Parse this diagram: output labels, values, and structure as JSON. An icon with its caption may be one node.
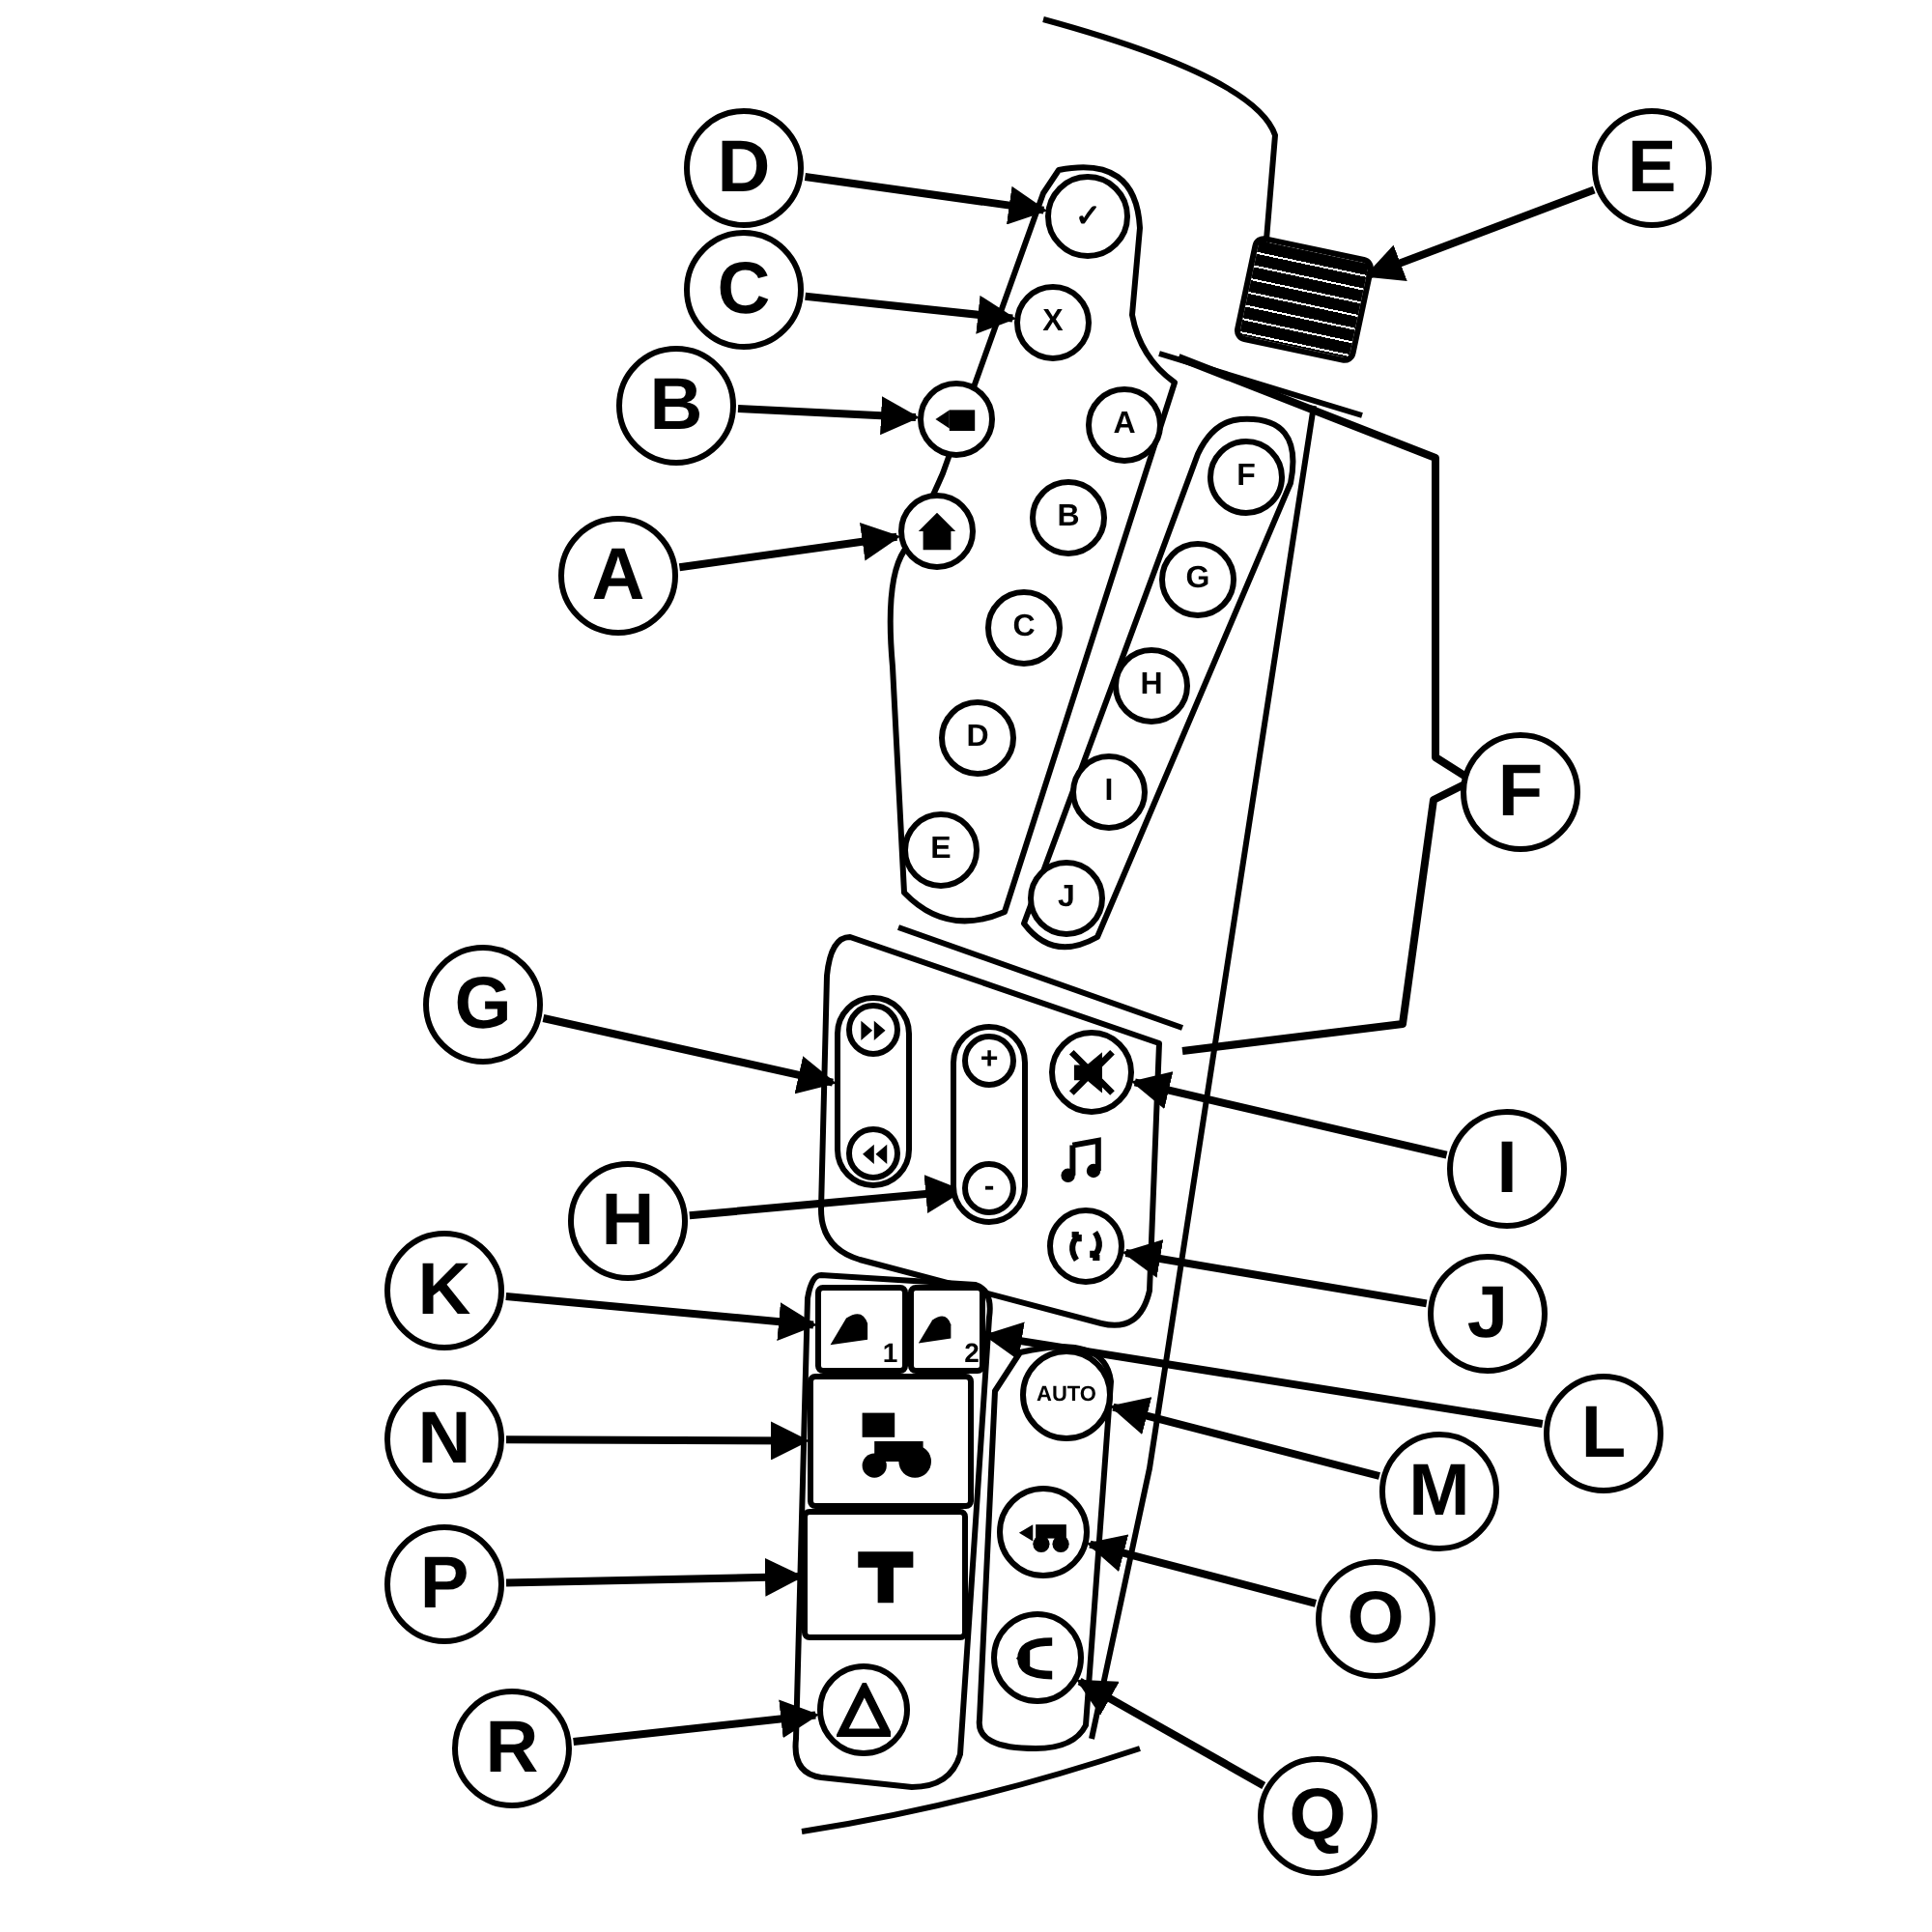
{
  "diagram": {
    "nodes": [
      {
        "text": [
          "D"
        ]
      },
      {
        "text": [
          "E"
        ]
      },
      {
        "text": [
          "C"
        ]
      },
      {
        "text": [
          "B"
        ]
      },
      {
        "text": [
          "A"
        ]
      },
      {
        "text": [
          "F"
        ]
      },
      {
        "text": [
          "G"
        ]
      },
      {
        "text": [
          "I"
        ]
      },
      {
        "text": [
          "H"
        ]
      },
      {
        "text": [
          "K"
        ]
      },
      {
        "text": [
          "J"
        ]
      },
      {
        "text": [
          "L"
        ]
      },
      {
        "text": [
          "N"
        ]
      },
      {
        "text": [
          "M"
        ]
      },
      {
        "text": [
          "P"
        ]
      },
      {
        "text": [
          "O"
        ]
      },
      {
        "text": [
          "R"
        ]
      },
      {
        "text": [
          "Q"
        ]
      },
      {
        "text": [
          "✓"
        ]
      },
      {
        "text": [
          "X"
        ]
      },
      {
        "text": [],
        "shape": "circle"
      },
      {
        "text": [],
        "shape": "circle"
      },
      {
        "text": [],
        "shape": "knob"
      },
      {
        "text": [
          "A"
        ]
      },
      {
        "text": [
          "B"
        ]
      },
      {
        "text": [
          "C"
        ]
      },
      {
        "text": [
          "D"
        ]
      },
      {
        "text": [
          "E"
        ]
      },
      {
        "text": [
          "F"
        ]
      },
      {
        "text": [
          "G"
        ]
      },
      {
        "text": [
          "H"
        ]
      },
      {
        "text": [
          "I"
        ]
      },
      {
        "text": [
          "J"
        ]
      },
      {
        "text": [],
        "shape": "box"
      },
      {
        "text": [],
        "shape": "circle",
        "in": 33
      },
      {
        "text": [],
        "shape": "circle",
        "in": 33
      },
      {
        "text": [],
        "shape": "box"
      },
      {
        "text": [
          "+"
        ],
        "in": 36
      },
      {
        "text": [
          "-"
        ],
        "in": 36
      },
      {
        "text": [],
        "shape": "circle"
      },
      {
        "text": [],
        "shape": "circle"
      },
      {
        "text": [
          "1"
        ]
      },
      {
        "text": [
          "2"
        ]
      },
      {
        "text": [
          "AUTO"
        ]
      },
      {
        "text": [],
        "shape": "box"
      },
      {
        "text": [],
        "shape": "box"
      },
      {
        "text": [],
        "shape": "circle"
      },
      {
        "text": [],
        "shape": "circle"
      },
      {
        "text": [],
        "shape": "circle"
      }
    ],
    "edges": [
      {
        "from": 0,
        "to": 18,
        "arrow": "to"
      },
      {
        "from": 2,
        "to": 19,
        "arrow": "to"
      },
      {
        "from": 3,
        "to": 20,
        "arrow": "to"
      },
      {
        "from": 4,
        "to": 21,
        "arrow": "to"
      },
      {
        "from": 1,
        "to": 22,
        "arrow": "to"
      },
      {
        "from": 6,
        "to": 33,
        "arrow": "to"
      },
      {
        "from": 8,
        "to": 38,
        "arrow": "to"
      },
      {
        "from": 7,
        "to": 39,
        "arrow": "to"
      },
      {
        "from": 10,
        "to": 40,
        "arrow": "to"
      },
      {
        "from": 9,
        "to": 41,
        "arrow": "to"
      },
      {
        "from": 11,
        "to": 42,
        "arrow": "to"
      },
      {
        "from": 12,
        "to": 44,
        "arrow": "to"
      },
      {
        "from": 13,
        "to": 43,
        "arrow": "to"
      },
      {
        "from": 14,
        "to": 45,
        "arrow": "to"
      },
      {
        "from": 15,
        "to": 46,
        "arrow": "to"
      },
      {
        "from": 16,
        "to": 47,
        "arrow": "to"
      },
      {
        "from": 17,
        "to": 48,
        "arrow": "to"
      }
    ]
  }
}
